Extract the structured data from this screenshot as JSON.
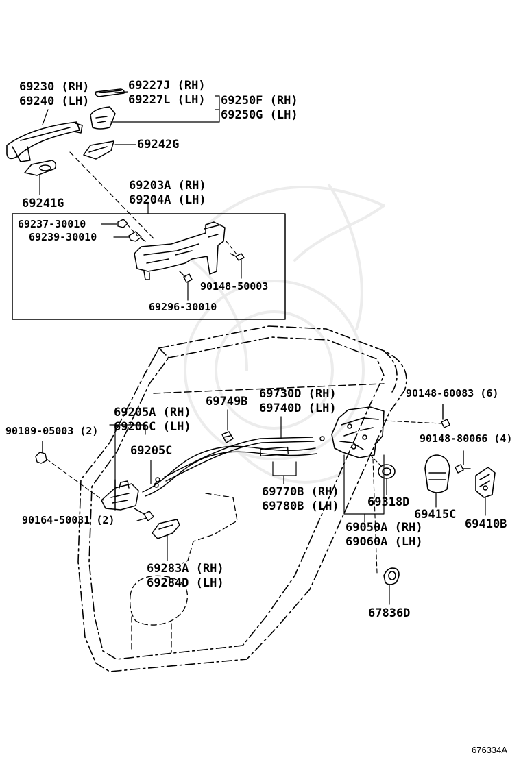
{
  "diagram_id": "676334A",
  "parts": {
    "outside_handle": [
      "69230 (RH)",
      "69240 (LH)"
    ],
    "handle_cap": [
      "69227J (RH)",
      "69227L (LH)"
    ],
    "handle_set": [
      "69250F (RH)",
      "69250G (LH)"
    ],
    "pad_rear": "69242G",
    "pad_front": "69241G",
    "frame": [
      "69203A (RH)",
      "69204A (LH)"
    ],
    "nut_a": "69237-30010",
    "nut_b": "69239-30010",
    "screw_frame": "90148-50003",
    "screw_bottom": "69296-30010",
    "inside_handle": [
      "69205A (RH)",
      "69206C (LH)"
    ],
    "inside_handle_sub": "69205C",
    "clip": "90189-05003 (2)",
    "screw_inside": "90164-50031 (2)",
    "clip_cable": "69749B",
    "cable_upper": [
      "69730D (RH)",
      "69740D (LH)"
    ],
    "cable_lower": [
      "69770B (RH)",
      "69780B (LH)"
    ],
    "bezel": [
      "69283A (RH)",
      "69284D (LH)"
    ],
    "screw_lock": "90148-60083 (6)",
    "screw_striker": "90148-80066 (4)",
    "grommet": "69318D",
    "cover": "69415C",
    "striker": "69410B",
    "lock_assy": [
      "69050A (RH)",
      "69060A (LH)"
    ],
    "cap_plug": "67836D"
  }
}
